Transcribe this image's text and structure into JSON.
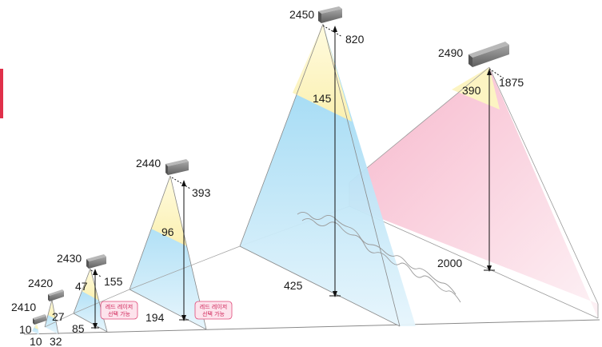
{
  "colors": {
    "beam_yellow": "#fbf3b8",
    "beam_blue": "#8fd3f2",
    "beam_pink": "#f5b8cb",
    "device_gray": "#7d7d7d",
    "tag_border": "#e04a78",
    "side_accent": "#e0304a"
  },
  "models": [
    {
      "model": "2410",
      "near": "10",
      "far": "10"
    },
    {
      "model": "2420",
      "near": "27",
      "far": "32"
    },
    {
      "model": "2430",
      "near": "47",
      "distance": "155",
      "far": "85"
    },
    {
      "model": "2440",
      "near": "96",
      "distance": "393",
      "far": "194"
    },
    {
      "model": "2450",
      "near": "145",
      "distance": "820",
      "far": "425"
    },
    {
      "model": "2490",
      "near": "390",
      "distance": "1875",
      "far": "2000"
    }
  ],
  "tags": [
    {
      "line1": "레드 레이저",
      "line2": "선택 가능"
    },
    {
      "line1": "레드 레이저",
      "line2": "선택 가능"
    }
  ]
}
